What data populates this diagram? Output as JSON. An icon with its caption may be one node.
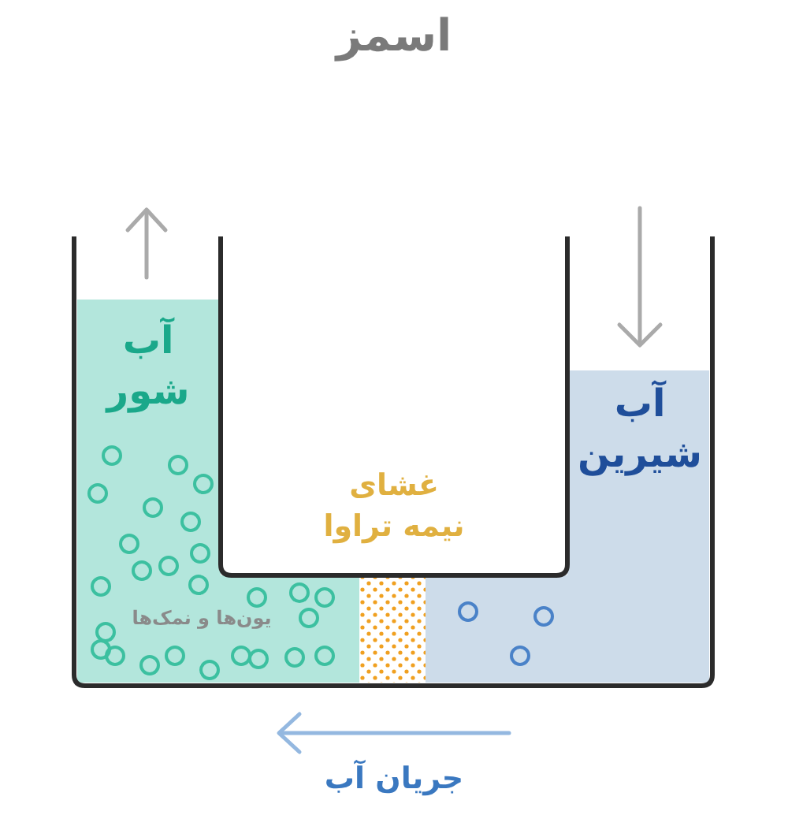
{
  "diagram": {
    "title": "اسمز",
    "labels": [
      "آب شور",
      "آب شیرین",
      "غشای نیمه تراوا",
      "یون‌ها و نمک‌ها",
      "جریان آب"
    ]
  }
}
